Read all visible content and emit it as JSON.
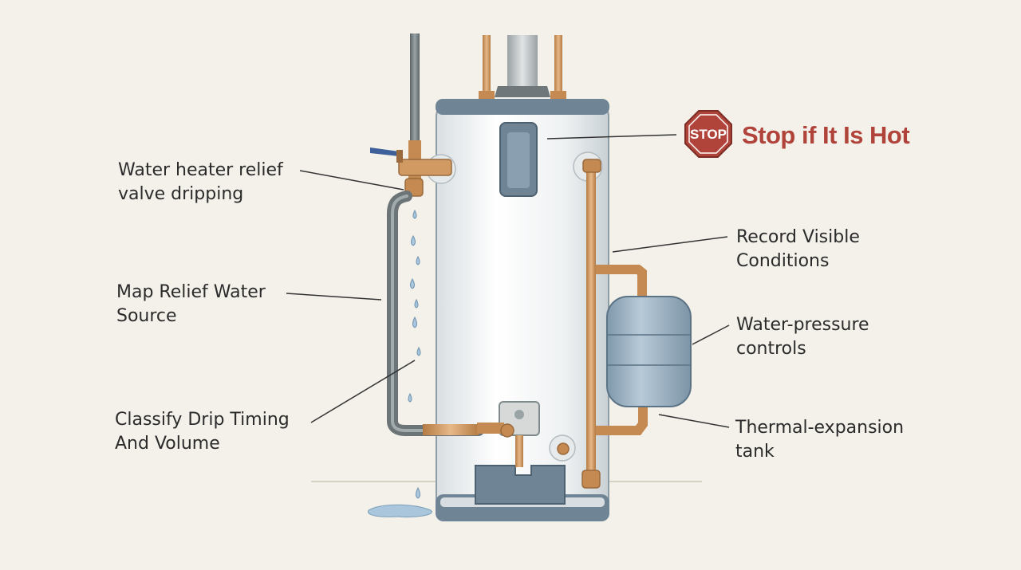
{
  "callouts": {
    "relief_valve": [
      "Water heater relief",
      "valve dripping"
    ],
    "map_source": [
      "Map Relief Water",
      "Source"
    ],
    "drip_timing": [
      "Classify Drip Timing",
      "And Volume"
    ],
    "record_conditions": [
      "Record Visible",
      "Conditions"
    ],
    "pressure_controls": [
      "Water-pressure",
      "controls"
    ],
    "expansion_tank": [
      "Thermal-expansion",
      "tank"
    ]
  },
  "stop": {
    "sign_text": "STOP",
    "label": "Stop if It Is Hot",
    "color": "#b0443b"
  },
  "colors": {
    "background": "#f3f1ea",
    "tank_body": "#f4f6f6",
    "tank_trim": "#6f8596",
    "copper": "#d19a63",
    "steel_pipe": "#7e8689",
    "expansion_tank": "#9fb4c5",
    "water": "#a9c6dc",
    "leader_line": "#333333"
  },
  "icons": [
    "stop-sign-icon",
    "water-drop-icon",
    "relief-valve-icon",
    "gas-valve-icon",
    "expansion-tank-icon"
  ]
}
